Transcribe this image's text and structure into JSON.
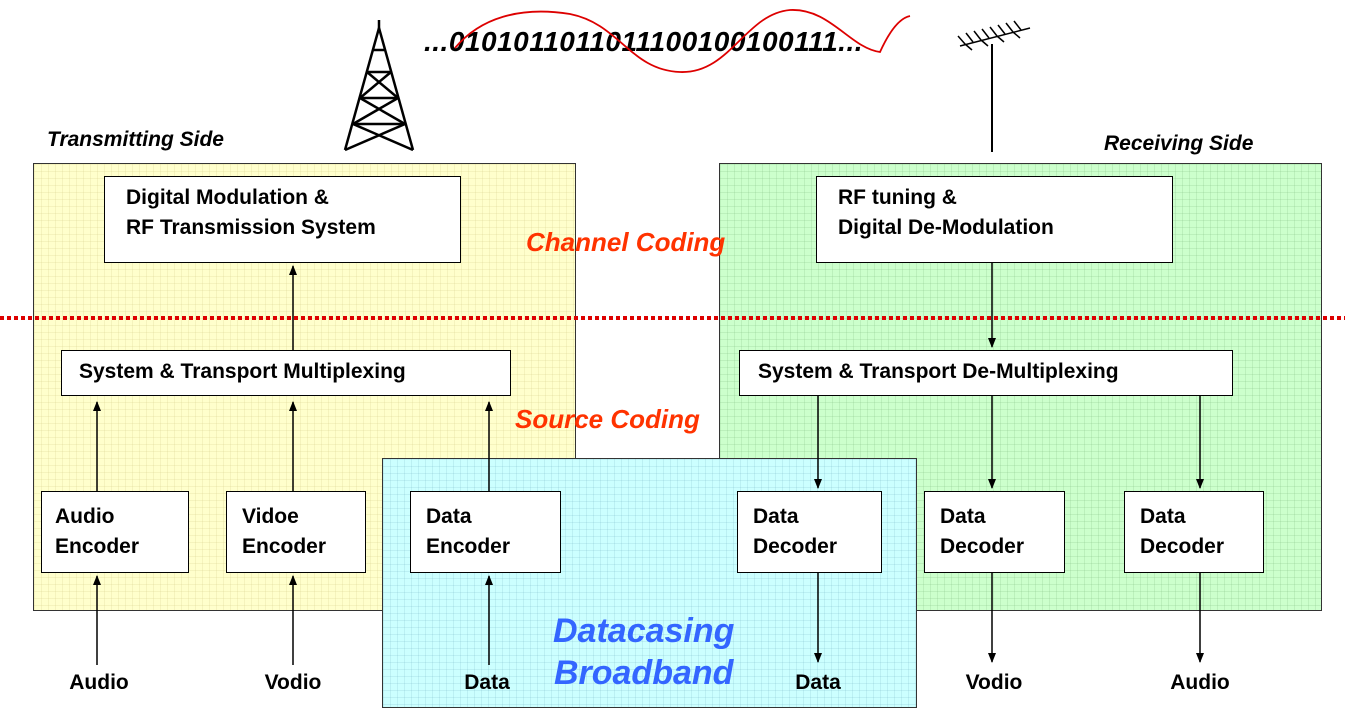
{
  "bitstream": "...0101011011011100100100111...",
  "sides": {
    "transmitting": "Transmitting  Side",
    "receiving": "Receiving  Side"
  },
  "coding": {
    "channel": "Channel Coding",
    "source": "Source Coding"
  },
  "datacasting": {
    "line1": "Datacasing",
    "line2": "Broadband"
  },
  "transmit": {
    "modulation": [
      "Digital Modulation &",
      "RF Transmission System"
    ],
    "mux": "System & Transport Multiplexing",
    "audio_encoder": [
      "Audio",
      "Encoder"
    ],
    "video_encoder": [
      "Vidoe",
      "Encoder"
    ],
    "data_encoder": [
      "Data",
      "Encoder"
    ]
  },
  "receive": {
    "tuning": [
      "RF tuning &",
      "Digital De-Modulation"
    ],
    "demux": "System & Transport De-Multiplexing",
    "decoder_1": [
      "Data",
      "Decoder"
    ],
    "decoder_2": [
      "Data",
      "Decoder"
    ],
    "decoder_3": [
      "Data",
      "Decoder"
    ]
  },
  "io": {
    "in_audio": "Audio",
    "in_video": "Vodio",
    "in_data": "Data",
    "out_data": "Data",
    "out_video": "Vodio",
    "out_audio": "Audio"
  },
  "colors": {
    "transmit_panel": "#ffffcc",
    "receive_panel": "#ccffcc",
    "datacasting_panel": "#ccffff",
    "coding_label": "#ff3300",
    "datacasting_label": "#3366ff",
    "divider": "#dd0000",
    "signal_wave": "#dd0000"
  },
  "icons": {
    "tower": "transmission-tower-icon",
    "antenna": "receiving-antenna-icon"
  }
}
